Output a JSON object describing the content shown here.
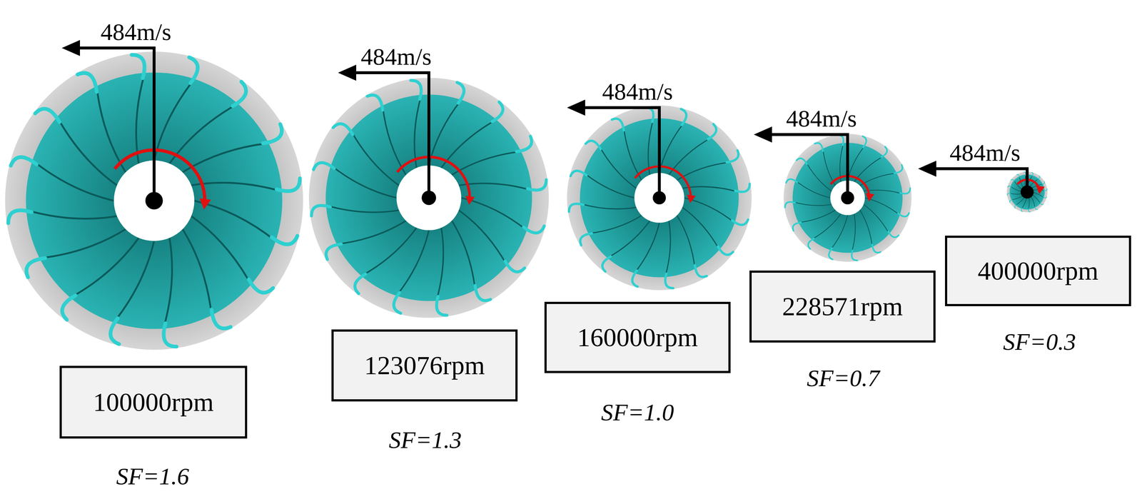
{
  "diagram": {
    "nodes": [
      {
        "text": [
          "100000rpm"
        ]
      },
      {
        "text": [
          "123076rpm"
        ]
      },
      {
        "text": [
          "160000rpm"
        ]
      },
      {
        "text": [
          "228571rpm"
        ]
      },
      {
        "text": [
          "400000rpm"
        ]
      }
    ],
    "labels": [
      "484m/s",
      "SF=1.6",
      "484m/s",
      "SF=1.3",
      "484m/s",
      "SF=1.0",
      "484m/s",
      "SF=0.7",
      "484m/s",
      "SF=0.3"
    ]
  }
}
